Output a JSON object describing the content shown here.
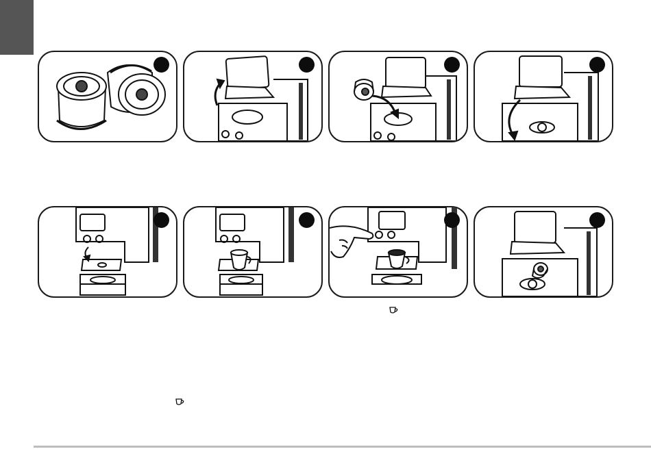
{
  "page": {
    "background": "#ffffff",
    "accent_tab_color": "#555555",
    "rule_color": "#bdbdbd"
  },
  "panels": [
    {
      "name": "capsules",
      "step_marker": "filled-black-circle",
      "illustration": "two-coffee-capsules"
    },
    {
      "name": "lift-lever",
      "step_marker": "filled-black-circle",
      "illustration": "machine-lever-raised-arrow"
    },
    {
      "name": "insert-capsule",
      "step_marker": "filled-black-circle",
      "illustration": "capsule-inserted-arrow"
    },
    {
      "name": "close-lever",
      "step_marker": "filled-black-circle",
      "illustration": "machine-lever-lowered-arrow"
    },
    {
      "name": "lower-cup-tray",
      "step_marker": "filled-black-circle",
      "illustration": "cup-tray-folded-down"
    },
    {
      "name": "place-cup",
      "step_marker": "filled-black-circle",
      "illustration": "cup-on-tray"
    },
    {
      "name": "press-button",
      "step_marker": "filled-black-circle",
      "illustration": "finger-pressing-button"
    },
    {
      "name": "eject-capsule",
      "step_marker": "filled-black-circle",
      "illustration": "used-capsule-ejected"
    }
  ],
  "icons": {
    "inline_cup_1": "coffee-cup-icon",
    "inline_cup_2": "coffee-cup-icon"
  }
}
